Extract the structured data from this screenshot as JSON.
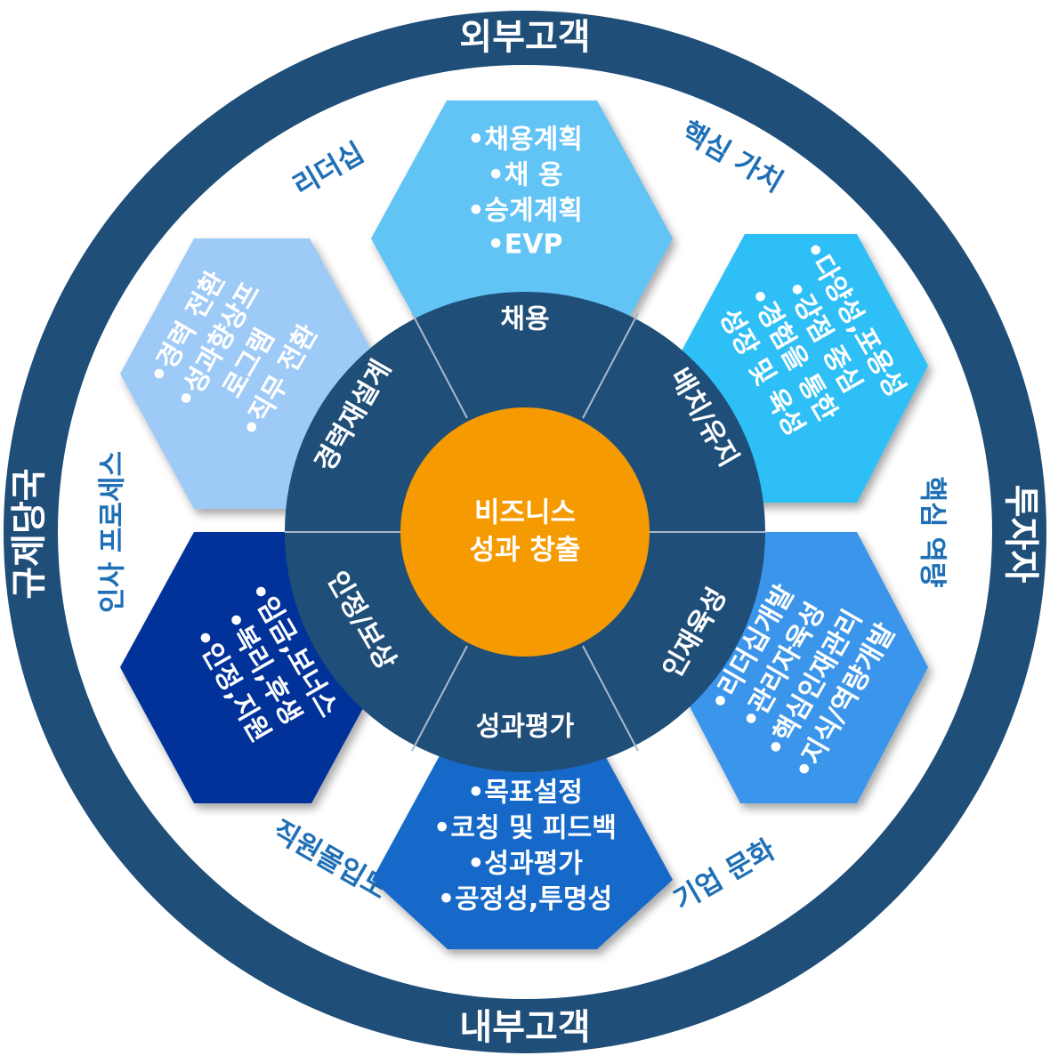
{
  "ring": {
    "top": "외부고객",
    "bottom": "내부고객",
    "left": "규제당국",
    "right": "투자자",
    "color": "#1f4e79",
    "inner_color": "#ffffff"
  },
  "outer_labels": {
    "top_left": "리더십",
    "top_right": "핵심 가치",
    "right": "핵심 역량",
    "bottom_right": "기업 문화",
    "bottom_left": "직원몰입도",
    "left": "인사 프로세스",
    "color": "#1f6fb6"
  },
  "center": {
    "line1": "비즈니스",
    "line2": "성과 창출",
    "color": "#f59a00"
  },
  "sectors": {
    "color": "#1f4e79",
    "divider_color": "#a9b9cc",
    "top": "채용",
    "top_right": "배치/유지",
    "bottom_right": "인재육성",
    "bottom": "성과평가",
    "bottom_left": "인정/보상",
    "top_left": "경력재설계"
  },
  "hexagons": {
    "top": {
      "color": "#62c3f5",
      "lines": [
        "•채용계획",
        "•채          용",
        "•승계계획",
        "•EVP"
      ]
    },
    "top_right": {
      "color": "#2fbff7",
      "lines": [
        "•다양성,포용성",
        "•강점 중심",
        "•경험을 통한",
        "성장 및 육성"
      ]
    },
    "bottom_right": {
      "color": "#3b95ea",
      "lines": [
        "•리더십개발",
        "•관리자육성",
        "•핵심인재관리",
        "•지식/역량개발"
      ]
    },
    "bottom": {
      "color": "#1769c8",
      "lines": [
        "•목표설정",
        "•코칭 및 피드백",
        "•성과평가",
        "•공정성,투명성"
      ]
    },
    "bottom_left": {
      "color": "#06319a",
      "lines": [
        "•임금,보너스",
        "•복리,후생",
        "•인정,지원"
      ]
    },
    "top_left": {
      "color": "#9ecaf7",
      "lines": [
        "•경력 전환",
        "•성과향상프",
        "로그램",
        "•직무 전환"
      ]
    }
  }
}
